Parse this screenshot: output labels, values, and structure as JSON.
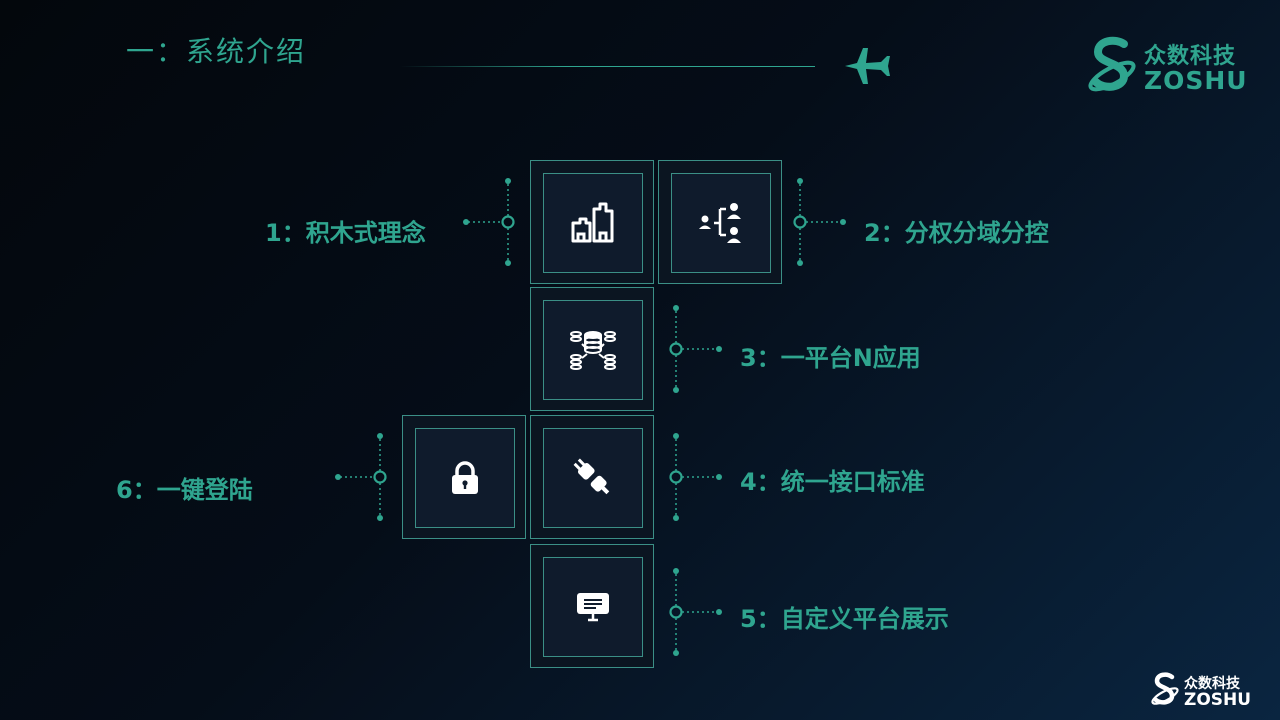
{
  "header": {
    "title": "一：系统介绍",
    "plane_icon": "airplane-icon"
  },
  "brand": {
    "name_cn": "众数科技",
    "name_en": "ZOSHU",
    "accent": "#2fa58f"
  },
  "watermark": {
    "name_cn": "众数科技",
    "name_en": "ZOSHU"
  },
  "features": [
    {
      "label": "1：积木式理念",
      "icon": "buildings-icon"
    },
    {
      "label": "2：分权分域分控",
      "icon": "org-hierarchy-icon"
    },
    {
      "label": "3：一平台N应用",
      "icon": "database-cluster-icon"
    },
    {
      "label": "4：统一接口标准",
      "icon": "plug-icon"
    },
    {
      "label": "5：自定义平台展示",
      "icon": "monitor-icon"
    },
    {
      "label": "6：一键登陆",
      "icon": "lock-icon"
    }
  ],
  "colors": {
    "background_dark": "#03070c",
    "background_light": "#0a2540",
    "tile_border": "#3b8f86"
  }
}
